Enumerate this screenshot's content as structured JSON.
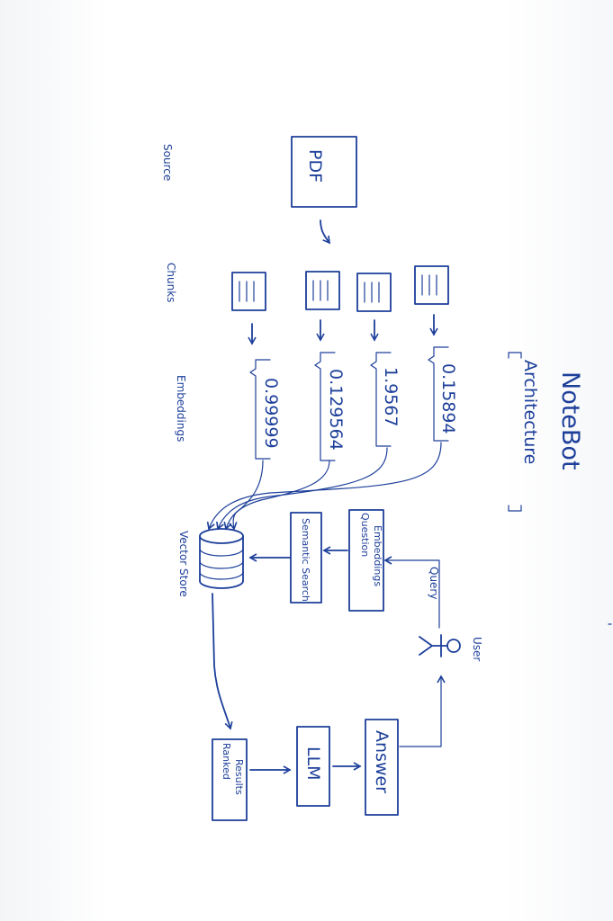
{
  "title": "NoteBot",
  "subtitle": "Architecture",
  "labels": {
    "source": "Source",
    "chunks": "Chunks",
    "embeddings": "Embeddings",
    "vector_store": "Vector Store",
    "user": "User",
    "query": "Query"
  },
  "source_doc": "PDF",
  "embeddings_values": [
    "0.15894",
    "1.9567",
    "0.129564",
    "0.99999"
  ],
  "question_embeddings": [
    "Question",
    "Embeddings"
  ],
  "semantic_search": "Semantic Search",
  "ranked_results": [
    "Ranked",
    "Results"
  ],
  "llm": "LLM",
  "answer": "Answer",
  "colors": {
    "ink": "#1d3f9a",
    "paper": "#ffffff"
  }
}
